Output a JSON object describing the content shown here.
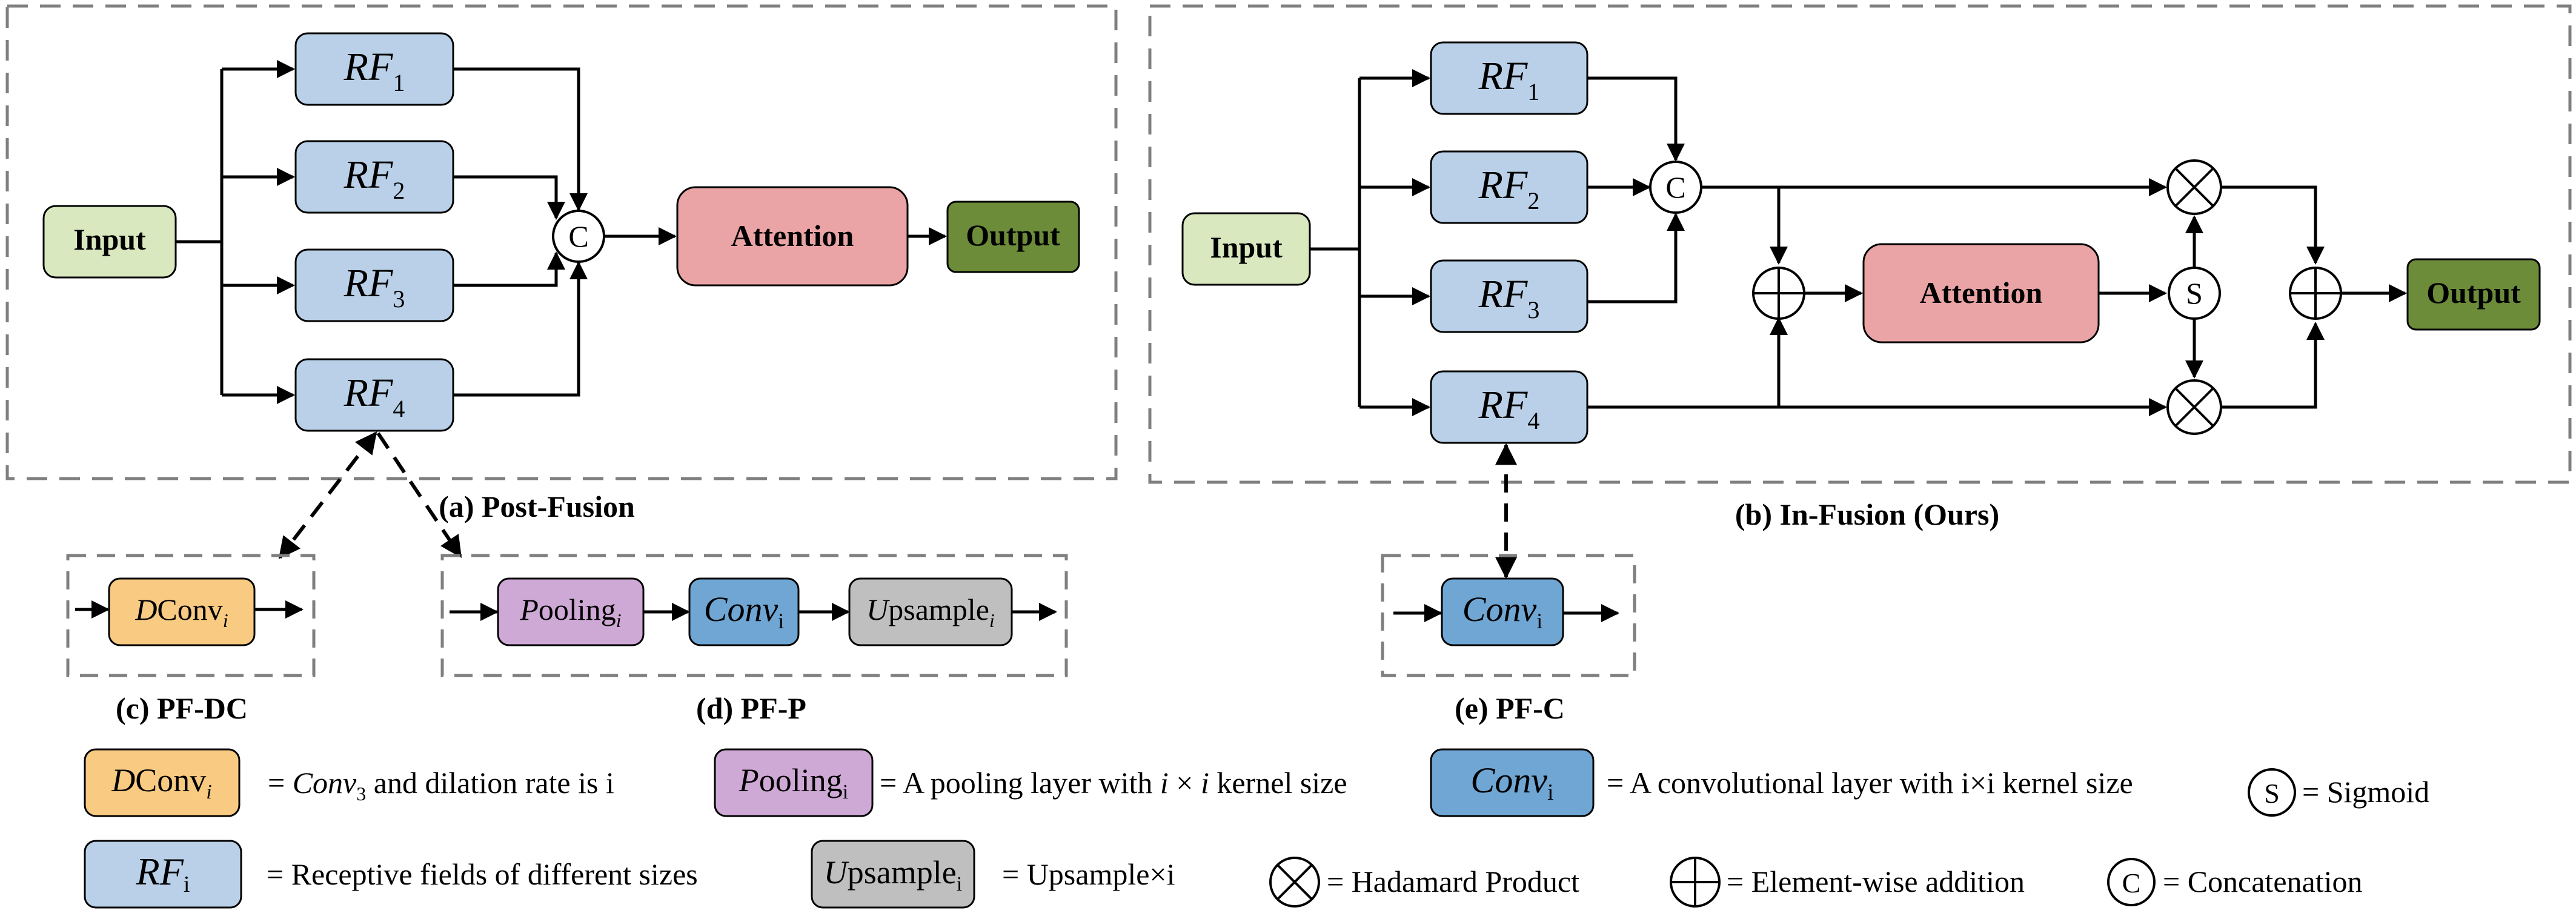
{
  "colors": {
    "rf_fill": "#b9d0e8",
    "input_fill": "#d9e8bf",
    "attention_fill": "#eaa4a6",
    "output_fill": "#6c8c3a",
    "dconv_fill": "#f8ca82",
    "pooling_fill": "#cfa9d6",
    "conv_fill": "#6fa6d4",
    "upsample_fill": "#bfbfbf",
    "stroke": "#000000",
    "dash": "#7f7f7f"
  },
  "panel_a": {
    "caption": "(a) Post-Fusion",
    "input": "Input",
    "rf": [
      {
        "main": "RF",
        "sub": "1"
      },
      {
        "main": "RF",
        "sub": "2"
      },
      {
        "main": "RF",
        "sub": "3"
      },
      {
        "main": "RF",
        "sub": "4"
      }
    ],
    "concat": "C",
    "attention": "Attention",
    "output": "Output"
  },
  "panel_b": {
    "caption": "(b) In-Fusion (Ours)",
    "input": "Input",
    "rf": [
      {
        "main": "RF",
        "sub": "1"
      },
      {
        "main": "RF",
        "sub": "2"
      },
      {
        "main": "RF",
        "sub": "3"
      },
      {
        "main": "RF",
        "sub": "4"
      }
    ],
    "concat": "C",
    "sigmoid": "S",
    "attention": "Attention",
    "output": "Output"
  },
  "panel_c": {
    "caption": "(c) PF-DC",
    "dconv": {
      "italic": "D",
      "main": "Conv",
      "sub": "i"
    }
  },
  "panel_d": {
    "caption": "(d) PF-P",
    "pooling": {
      "italic": "P",
      "main": "ooling",
      "sub": "i"
    },
    "conv": {
      "main": "Conv",
      "sub": "i"
    },
    "upsample": {
      "italic": "U",
      "main": "psample",
      "sub": "i"
    }
  },
  "panel_e": {
    "caption": "(e) PF-C",
    "conv": {
      "main": "Conv",
      "sub": "i"
    }
  },
  "legend": {
    "dconv": {
      "italic": "D",
      "main": "Conv",
      "sub": "i"
    },
    "dconv_text_prefix": "= ",
    "dconv_text_conv": "Conv",
    "dconv_text_sub": "3",
    "dconv_text_rest": " and dilation rate is i",
    "pooling": {
      "italic": "P",
      "main": "ooling",
      "sub": "i"
    },
    "pooling_text_a": "= A pooling layer with ",
    "pooling_text_i1": "i",
    "pooling_text_x": " × ",
    "pooling_text_i2": "i",
    "pooling_text_b": " kernel size",
    "conv": {
      "main": "Conv",
      "sub": "i"
    },
    "conv_text": "= A convolutional layer with i×i kernel size",
    "sigmoid_symbol": "S",
    "sigmoid_text": "= Sigmoid",
    "rf": {
      "main": "RF",
      "sub": "i"
    },
    "rf_text": "= Receptive fields of different sizes",
    "upsample": {
      "italic": "U",
      "main": "psample",
      "sub": "i"
    },
    "upsample_text": "= Upsample×i",
    "hadamard_text": "= Hadamard Product",
    "addition_text": "= Element-wise addition",
    "concat_symbol": "C",
    "concat_text": "= Concatenation"
  }
}
